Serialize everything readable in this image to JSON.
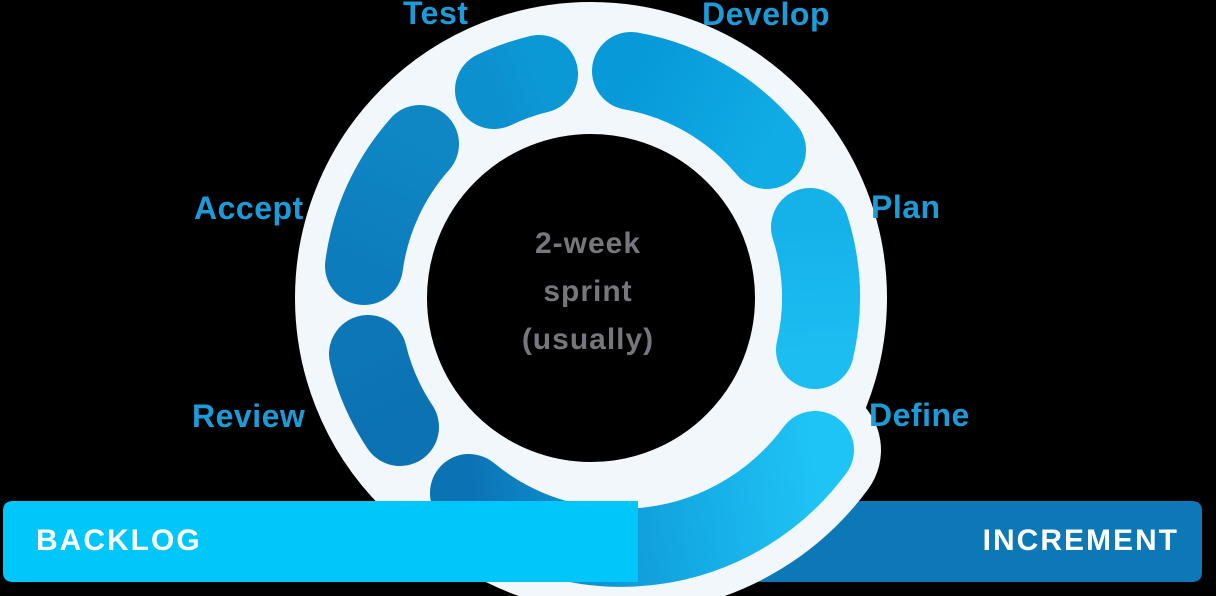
{
  "ring": {
    "center_text": {
      "line1": "2-week",
      "line2": "sprint",
      "line3": "(usually)"
    },
    "segments": [
      {
        "id": "test",
        "label": "Test"
      },
      {
        "id": "develop",
        "label": "Develop"
      },
      {
        "id": "plan",
        "label": "Plan"
      },
      {
        "id": "define",
        "label": "Define"
      },
      {
        "id": "review",
        "label": "Review"
      },
      {
        "id": "accept",
        "label": "Accept"
      }
    ]
  },
  "bar": {
    "backlog_label": "BACKLOG",
    "increment_label": "INCREMENT"
  },
  "colors": {
    "background": "#000000",
    "ring_outline": "#F1F7FB",
    "label_text": "#1B9BD7",
    "center_text": "#76767D",
    "backlog_bar": "#00C6FA",
    "increment_bar": "#0C78B6",
    "segment_darkest": "#0B72B4",
    "segment_brightest": "#1FC4F6"
  }
}
